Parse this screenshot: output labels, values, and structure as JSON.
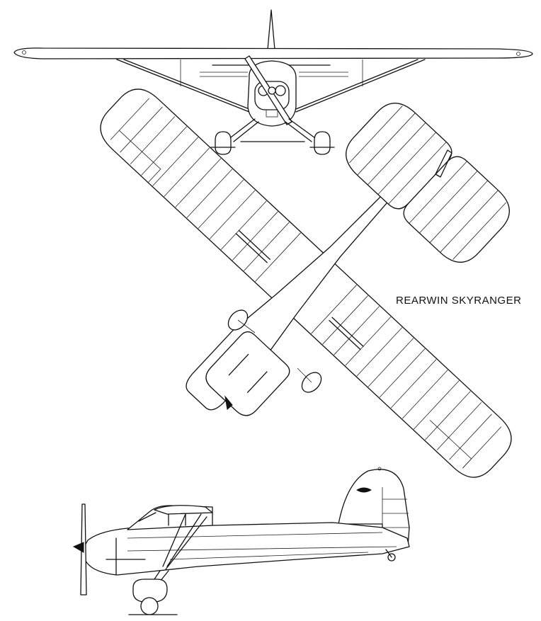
{
  "title": "REARWIN SKYRANGER",
  "views": [
    "front-view",
    "top-view",
    "side-view"
  ]
}
